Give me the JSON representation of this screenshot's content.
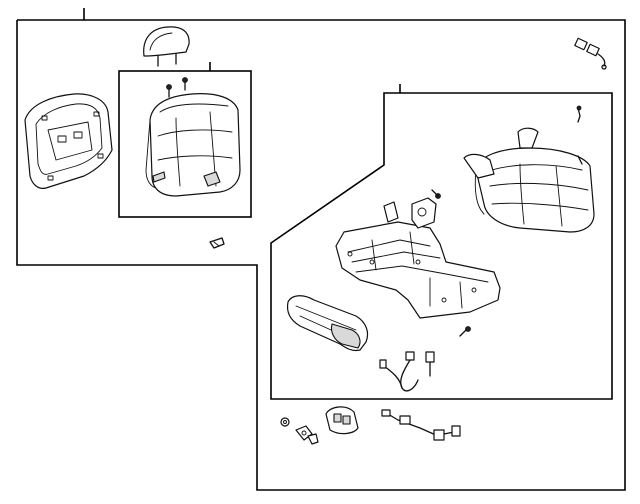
{
  "diagram": {
    "colors": {
      "line": "#111111",
      "background": "#ffffff",
      "shade": "#d9d9d9"
    },
    "groups": [
      {
        "name": "seat-back-group",
        "parts": [
          "headrest",
          "back-panel",
          "seat-back-cushion",
          "clip"
        ]
      },
      {
        "name": "seat-cushion-group",
        "parts": [
          "seat-cushion",
          "seat-frame",
          "track-bracket",
          "side-cover",
          "switch-bezel",
          "wiring-harness",
          "bolts"
        ]
      },
      {
        "name": "loose-parts",
        "parts": [
          "connector",
          "switch",
          "small-harness",
          "grommet",
          "knob"
        ]
      }
    ]
  }
}
